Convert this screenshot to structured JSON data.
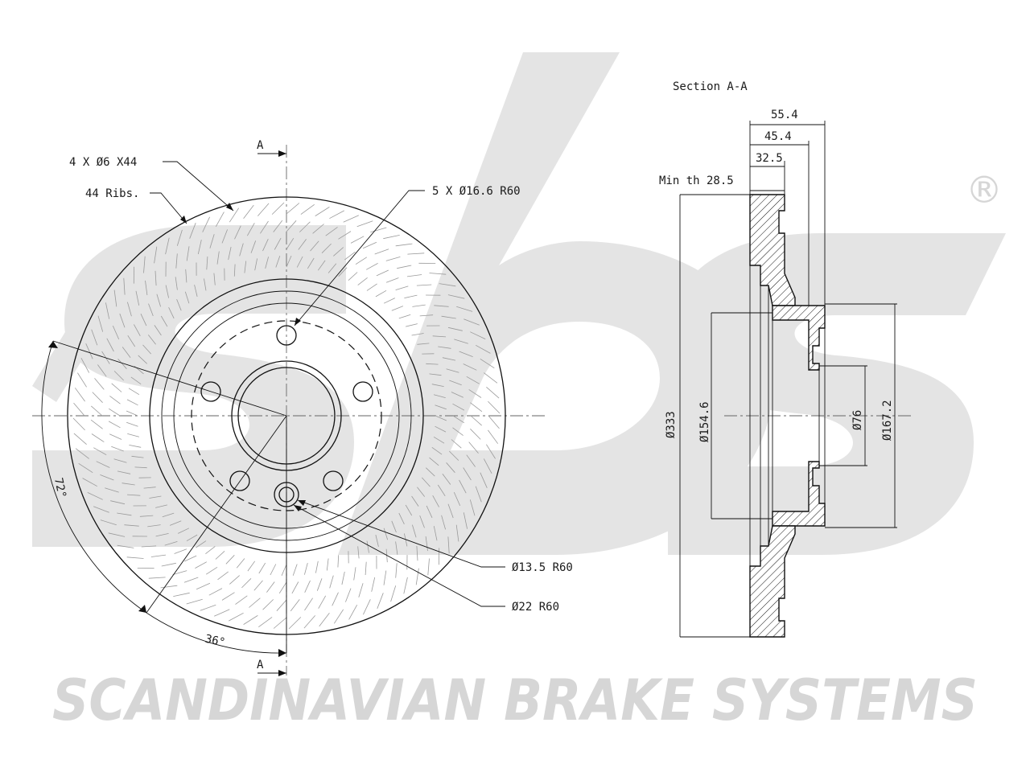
{
  "brand": {
    "logo_text": "sbs",
    "registered_mark": "®",
    "footer_text": "SCANDINAVIAN BRAKE SYSTEMS"
  },
  "front_view": {
    "section_marker": "A",
    "labels": {
      "holes": "4 X Ø6 X44",
      "ribs": "44 Ribs.",
      "bolt_holes": "5 X Ø16.6 R60",
      "small_hole": "Ø13.5 R60",
      "large_hole": "Ø22 R60",
      "angle_72": "72°",
      "angle_36": "36°"
    }
  },
  "section_view": {
    "title": "Section A-A",
    "dims": {
      "w1": "55.4",
      "w2": "45.4",
      "w3": "32.5",
      "min_th": "Min th 28.5",
      "d_outer": "Ø333",
      "d_154": "Ø154.6",
      "d_76": "Ø76",
      "d_167": "Ø167.2"
    }
  }
}
